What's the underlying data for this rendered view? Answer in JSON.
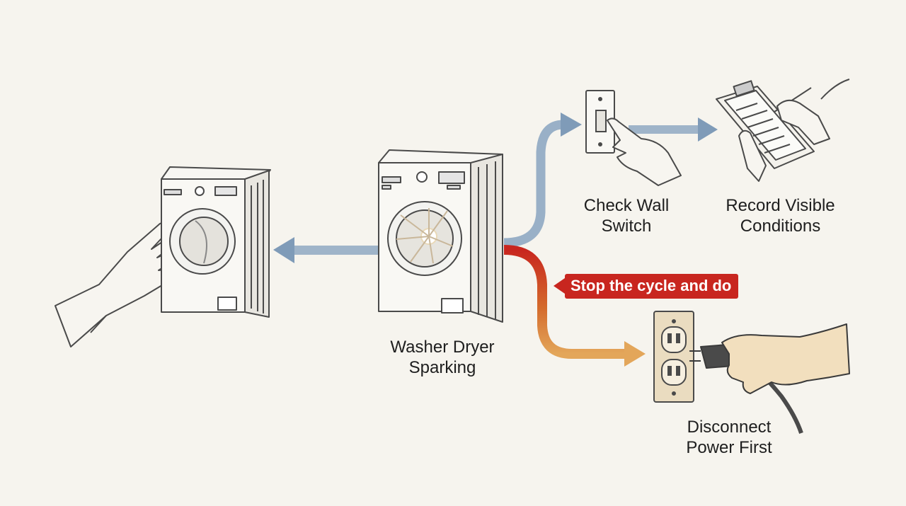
{
  "labels": {
    "center": [
      "Washer Dryer",
      "Sparking"
    ],
    "switch": [
      "Check Wall",
      "Switch"
    ],
    "record": [
      "Record Visible",
      "Conditions"
    ],
    "power": [
      "Disconnect",
      "Power First"
    ]
  },
  "callout": {
    "text": "Stop the cycle and do"
  },
  "colors": {
    "background": "#f6f4ee",
    "arrow_blue": "#7f9bb8",
    "arrow_red": "#c8261f",
    "arrow_orange": "#e3a65a",
    "sketch_line": "#4a4a4a",
    "skin": "#f2dfbe",
    "outlet": "#eadcc0"
  },
  "icons": [
    "washer-left-icon",
    "washer-sparking-icon",
    "hand-left-icon",
    "wall-switch-icon",
    "hand-switch-icon",
    "clipboard-icon",
    "hand-clipboard-icon",
    "wall-outlet-icon",
    "plug-hand-icon"
  ]
}
